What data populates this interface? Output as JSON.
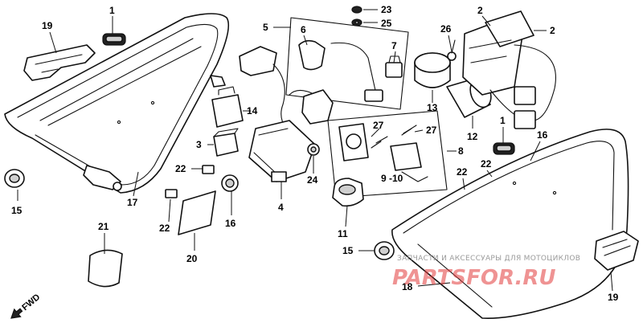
{
  "diagram": {
    "callouts": [
      {
        "id": "c-1a",
        "label": "1"
      },
      {
        "id": "c-19a",
        "label": "19"
      },
      {
        "id": "c-5",
        "label": "5"
      },
      {
        "id": "c-6",
        "label": "6"
      },
      {
        "id": "c-7",
        "label": "7"
      },
      {
        "id": "c-23",
        "label": "23"
      },
      {
        "id": "c-25",
        "label": "25"
      },
      {
        "id": "c-2a",
        "label": "2"
      },
      {
        "id": "c-2b",
        "label": "2"
      },
      {
        "id": "c-26",
        "label": "26"
      },
      {
        "id": "c-14",
        "label": "14"
      },
      {
        "id": "c-13",
        "label": "13"
      },
      {
        "id": "c-12",
        "label": "12"
      },
      {
        "id": "c-3",
        "label": "3"
      },
      {
        "id": "c-27a",
        "label": "27"
      },
      {
        "id": "c-27b",
        "label": "27"
      },
      {
        "id": "c-8",
        "label": "8"
      },
      {
        "id": "c-1b",
        "label": "1"
      },
      {
        "id": "c-16a",
        "label": "16"
      },
      {
        "id": "c-22a",
        "label": "22"
      },
      {
        "id": "c-24",
        "label": "24"
      },
      {
        "id": "c-910",
        "label": "9 -10"
      },
      {
        "id": "c-22b",
        "label": "22"
      },
      {
        "id": "c-22c",
        "label": "22"
      },
      {
        "id": "c-15a",
        "label": "15"
      },
      {
        "id": "c-17",
        "label": "17"
      },
      {
        "id": "c-4",
        "label": "4"
      },
      {
        "id": "c-22d",
        "label": "22"
      },
      {
        "id": "c-16b",
        "label": "16"
      },
      {
        "id": "c-11",
        "label": "11"
      },
      {
        "id": "c-21",
        "label": "21"
      },
      {
        "id": "c-20",
        "label": "20"
      },
      {
        "id": "c-15b",
        "label": "15"
      },
      {
        "id": "c-18",
        "label": "18"
      },
      {
        "id": "c-19b",
        "label": "19"
      }
    ],
    "fwd_label": "FWD"
  },
  "watermark": {
    "caption": "ЗАПЧАСТИ И АКСЕССУАРЫ ДЛЯ МОТОЦИКЛОВ",
    "logo": "PARTSFOR.RU"
  }
}
